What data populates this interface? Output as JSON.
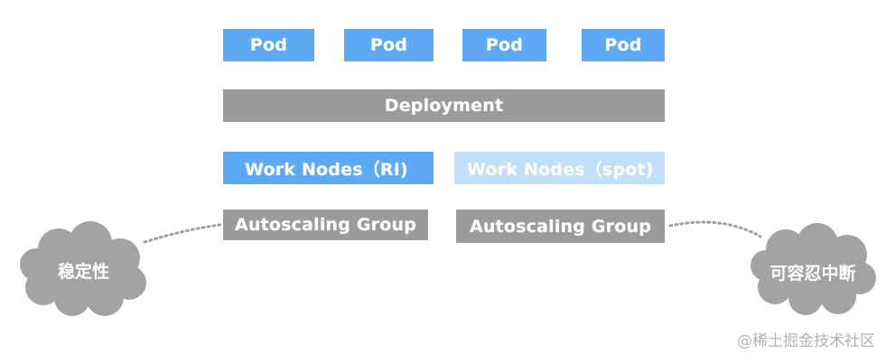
{
  "colors": {
    "pod": "#5ea9f6",
    "gray": "#9b9b9b",
    "work_nodes_ri": "#5ea9f6",
    "work_nodes_spot": "#bfdffb",
    "cloud": "#a3a3a3",
    "connector": "#a0a0a0"
  },
  "pods": [
    "Pod",
    "Pod",
    "Pod",
    "Pod"
  ],
  "deployment": "Deployment",
  "work_nodes": {
    "ri": "Work Nodes（RI)",
    "spot": "Work Nodes（spot)"
  },
  "autoscaling": {
    "left": "Autoscaling Group",
    "right": "Autoscaling Group"
  },
  "clouds": {
    "left": "稳定性",
    "right": "可容忍中断"
  },
  "watermark": "@稀土掘金技术社区"
}
